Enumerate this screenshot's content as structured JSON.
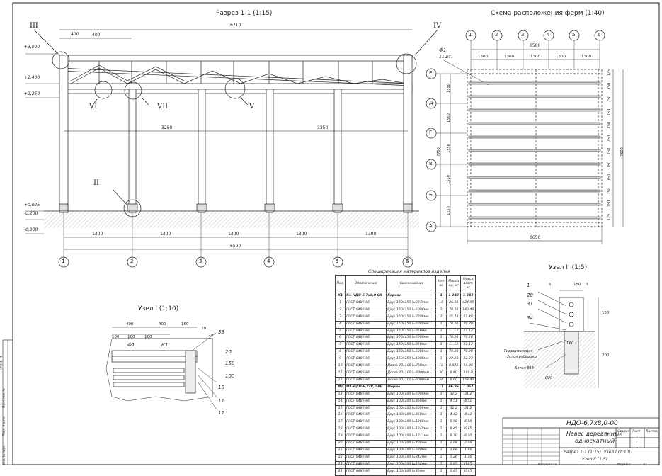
{
  "titles": {
    "section": "Разрез 1-1 (1:15)",
    "layout": "Схема расположения ферм (1:40)",
    "node1": "Узел I (1:10)",
    "node2": "Узел II (1:5)",
    "spec": "Спецификация материалов изделия"
  },
  "section_dims": {
    "total_top": "6710",
    "d400a": "400",
    "d400b": "400",
    "half_left": "3250",
    "half_right": "3250",
    "bays": [
      "1300",
      "1300",
      "1300",
      "1300",
      "1300"
    ],
    "total_bottom": "6500",
    "levels": [
      "+3,000",
      "+2,400",
      "+2,250",
      "+0,025",
      "-0,200",
      "-0,300"
    ],
    "callouts": [
      "III",
      "IV",
      "VI",
      "VII",
      "V",
      "II"
    ],
    "axes": [
      "1",
      "2",
      "3",
      "4",
      "5",
      "6"
    ]
  },
  "layout_dims": {
    "axes_top": [
      "1",
      "2",
      "3",
      "4",
      "5",
      "6"
    ],
    "width_top": "6500",
    "spans_top": [
      "1300",
      "1300",
      "1300",
      "1300",
      "1300"
    ],
    "label_f1": "Ф1",
    "label_pcs": "11шт.",
    "rows": [
      "Е",
      "Д",
      "Г",
      "В",
      "Б",
      "А"
    ],
    "left_spans": [
      "1550",
      "1550",
      "1550",
      "1550",
      "1550"
    ],
    "left_total": "7750",
    "right_spans": [
      "125",
      "750",
      "750",
      "750",
      "750",
      "750",
      "750",
      "750",
      "750",
      "750",
      "750",
      "125"
    ],
    "right_total": "7500",
    "bottom_width": "6650"
  },
  "node1": {
    "dims": [
      "400",
      "400",
      "160",
      "100",
      "100",
      "100",
      "20",
      "20"
    ],
    "labels": [
      "Ф1",
      "К1",
      "33",
      "20",
      "150",
      "100",
      "10",
      "11",
      "12"
    ]
  },
  "node2": {
    "dims": [
      "5",
      "5",
      "150",
      "150",
      "160",
      "200"
    ],
    "labels": [
      "1",
      "28",
      "31",
      "34"
    ],
    "notes": [
      "Гидроизоляция",
      "2слоя рубероид",
      "Бетон В15",
      "Ø20"
    ]
  },
  "spec": {
    "headers": [
      "Поз.",
      "Обозначение",
      "Наименование",
      "Кол-во",
      "Масса ед. кг",
      "Масса всего кг"
    ],
    "rows": [
      [
        "К1",
        "К1-НДО-6,7х8,0-00",
        "Каркас",
        "1",
        "1 243",
        "1 243",
        "grp"
      ],
      [
        "1",
        "ГОСТ 8486-86",
        "Брус 150х150 l=2270мм",
        "16",
        "26.56",
        "424.96",
        ""
      ],
      [
        "2",
        "ГОСТ 8486-86",
        "Брус 150х150 l=6000мм",
        "2",
        "70.20",
        "140.40",
        ""
      ],
      [
        "3",
        "ГОСТ 8486-86",
        "Брус 150х150 l=2200мм",
        "2",
        "25.74",
        "51.48",
        ""
      ],
      [
        "4",
        "ГОСТ 8486-86",
        "Брус 150х150 l=6000мм",
        "1",
        "70.20",
        "70.20",
        ""
      ],
      [
        "5",
        "ГОСТ 8486-86",
        "Брус 150х150 l=950мм",
        "1",
        "11.12",
        "11.12",
        ""
      ],
      [
        "6",
        "ГОСТ 8486-86",
        "Брус 150х150 l=6000мм",
        "1",
        "70.20",
        "70.20",
        ""
      ],
      [
        "7",
        "ГОСТ 8486-86",
        "Брус 150х150 l=950мм",
        "1",
        "11.12",
        "11.12",
        ""
      ],
      [
        "8",
        "ГОСТ 8486-86",
        "Брус 150х150 l=6000мм",
        "1",
        "70.20",
        "70.20",
        ""
      ],
      [
        "9",
        "ГОСТ 8486-86",
        "Брус 150х150 l=1900мм",
        "1",
        "22.23",
        "22.23",
        ""
      ],
      [
        "10",
        "ГОСТ 8486-86",
        "Доска 20х100 l=750мм",
        "18",
        "0.825",
        "14.85",
        ""
      ],
      [
        "11",
        "ГОСТ 8486-86",
        "Доска 20х100 l=6000мм",
        "30",
        "6.60",
        "198.0",
        ""
      ],
      [
        "12",
        "ГОСТ 8486-86",
        "Доска 20х100 l=6000мм",
        "24",
        "6.60",
        "158.40",
        ""
      ],
      [
        "Ф1",
        "Ф1-НДО-6,7х8,0-00",
        "Ферма",
        "11",
        "96.96",
        "1 067",
        "grp"
      ],
      [
        "13",
        "ГОСТ 8486-86",
        "Брус 100х100 l=6000мм",
        "1",
        "31.2",
        "31.2",
        ""
      ],
      [
        "14",
        "ГОСТ 8486-86",
        "Брус 100х100 l=868мм",
        "1",
        "4.51",
        "4.51",
        ""
      ],
      [
        "15",
        "ГОСТ 8486-86",
        "Брус 100х100 l=6000мм",
        "1",
        "31.2",
        "31.2",
        ""
      ],
      [
        "16",
        "ГОСТ 8486-86",
        "Брус 100х100 l=850мм",
        "1",
        "4.42",
        "4.42",
        ""
      ],
      [
        "17",
        "ГОСТ 8486-86",
        "Брус 100х100 l=1266мм",
        "1",
        "6.58",
        "6.58",
        ""
      ],
      [
        "18",
        "ГОСТ 8486-86",
        "Брус 100х100 l=1240мм",
        "1",
        "6.45",
        "6.45",
        ""
      ],
      [
        "19",
        "ГОСТ 8486-86",
        "Брус 100х100 l=1211мм",
        "1",
        "6.30",
        "6.30",
        ""
      ],
      [
        "20",
        "ГОСТ 8486-86",
        "Брус 100х100 l=400мм",
        "1",
        "2.08",
        "2.08",
        ""
      ],
      [
        "21",
        "ГОСТ 8486-86",
        "Брус 100х100 l=320мм",
        "1",
        "1.66",
        "1.66",
        ""
      ],
      [
        "22",
        "ГОСТ 8486-86",
        "Брус 100х100 l=242мм",
        "1",
        "1.26",
        "1.26",
        ""
      ],
      [
        "23",
        "ГОСТ 8486-86",
        "Брус 100х100 l=164мм",
        "1",
        "0.85",
        "0.85",
        ""
      ],
      [
        "24",
        "ГОСТ 8486-86",
        "Брус 100х100 l=86мм",
        "1",
        "0.45",
        "0.45",
        ""
      ]
    ]
  },
  "title_block": {
    "code": "НДО-6,7х8,0-00",
    "name_line1": "Навес деревянный",
    "name_line2": "односкатный",
    "sheet_desc1": "Разрез 1-1 (1:15). Узел I (1:10).",
    "sheet_desc2": "Узел II (1:5)",
    "col_stage": "Стадия",
    "col_sheet": "Лист",
    "col_sheets": "Листов",
    "sheet_no": "1",
    "footer_copied": "Копировал",
    "footer_format": "Формат",
    "format_value": "А1"
  },
  "side_stamp": [
    "Инв. № подл.",
    "Подп. и дата",
    "Взам. инв. №",
    "Справ. №"
  ],
  "colors": {
    "line": "#222222",
    "hatch": "#8a8a8a",
    "ground": "#e6e6e6",
    "accent": "#d8d8d8"
  }
}
